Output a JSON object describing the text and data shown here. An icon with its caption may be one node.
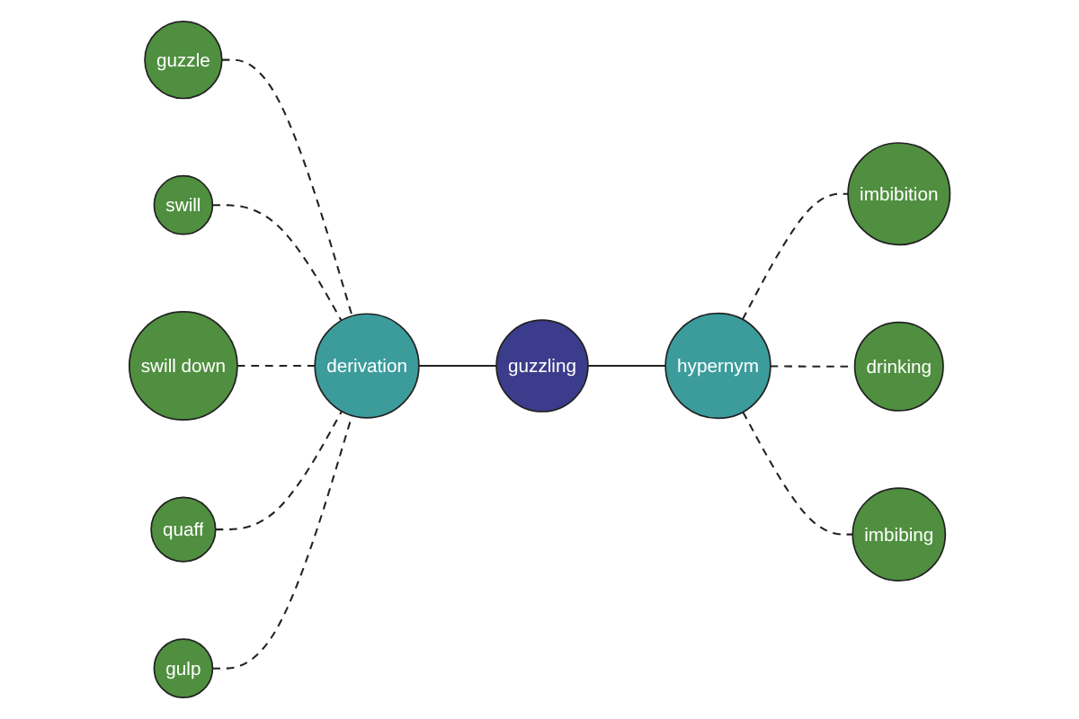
{
  "diagram": {
    "nodes": [
      {
        "text": [
          "guzzle"
        ]
      },
      {
        "text": [
          "imbibition"
        ]
      },
      {
        "text": [
          "swill"
        ]
      },
      {
        "text": [
          "drinking"
        ]
      },
      {
        "text": [
          "swill down"
        ]
      },
      {
        "text": [
          "derivation"
        ]
      },
      {
        "text": [
          "hypernym"
        ]
      },
      {
        "text": [
          "quaff"
        ]
      },
      {
        "text": [
          "guzzling"
        ]
      },
      {
        "text": [
          "imbibing"
        ]
      },
      {
        "text": [
          "gulp"
        ]
      }
    ],
    "edges": [
      {
        "from": 0,
        "to": 5,
        "arrow": "none",
        "style": "dashed"
      },
      {
        "from": 2,
        "to": 5,
        "arrow": "none",
        "style": "dashed"
      },
      {
        "from": 4,
        "to": 5,
        "arrow": "none",
        "style": "dashed"
      },
      {
        "from": 7,
        "to": 5,
        "arrow": "none",
        "style": "dashed"
      },
      {
        "from": 10,
        "to": 5,
        "arrow": "none",
        "style": "dashed"
      },
      {
        "from": 5,
        "to": 8,
        "arrow": "none"
      },
      {
        "from": 8,
        "to": 6,
        "arrow": "none"
      },
      {
        "from": 6,
        "to": 1,
        "arrow": "none",
        "style": "dashed"
      },
      {
        "from": 6,
        "to": 3,
        "arrow": "none",
        "style": "dashed"
      },
      {
        "from": 6,
        "to": 9,
        "arrow": "none",
        "style": "dashed"
      }
    ]
  }
}
